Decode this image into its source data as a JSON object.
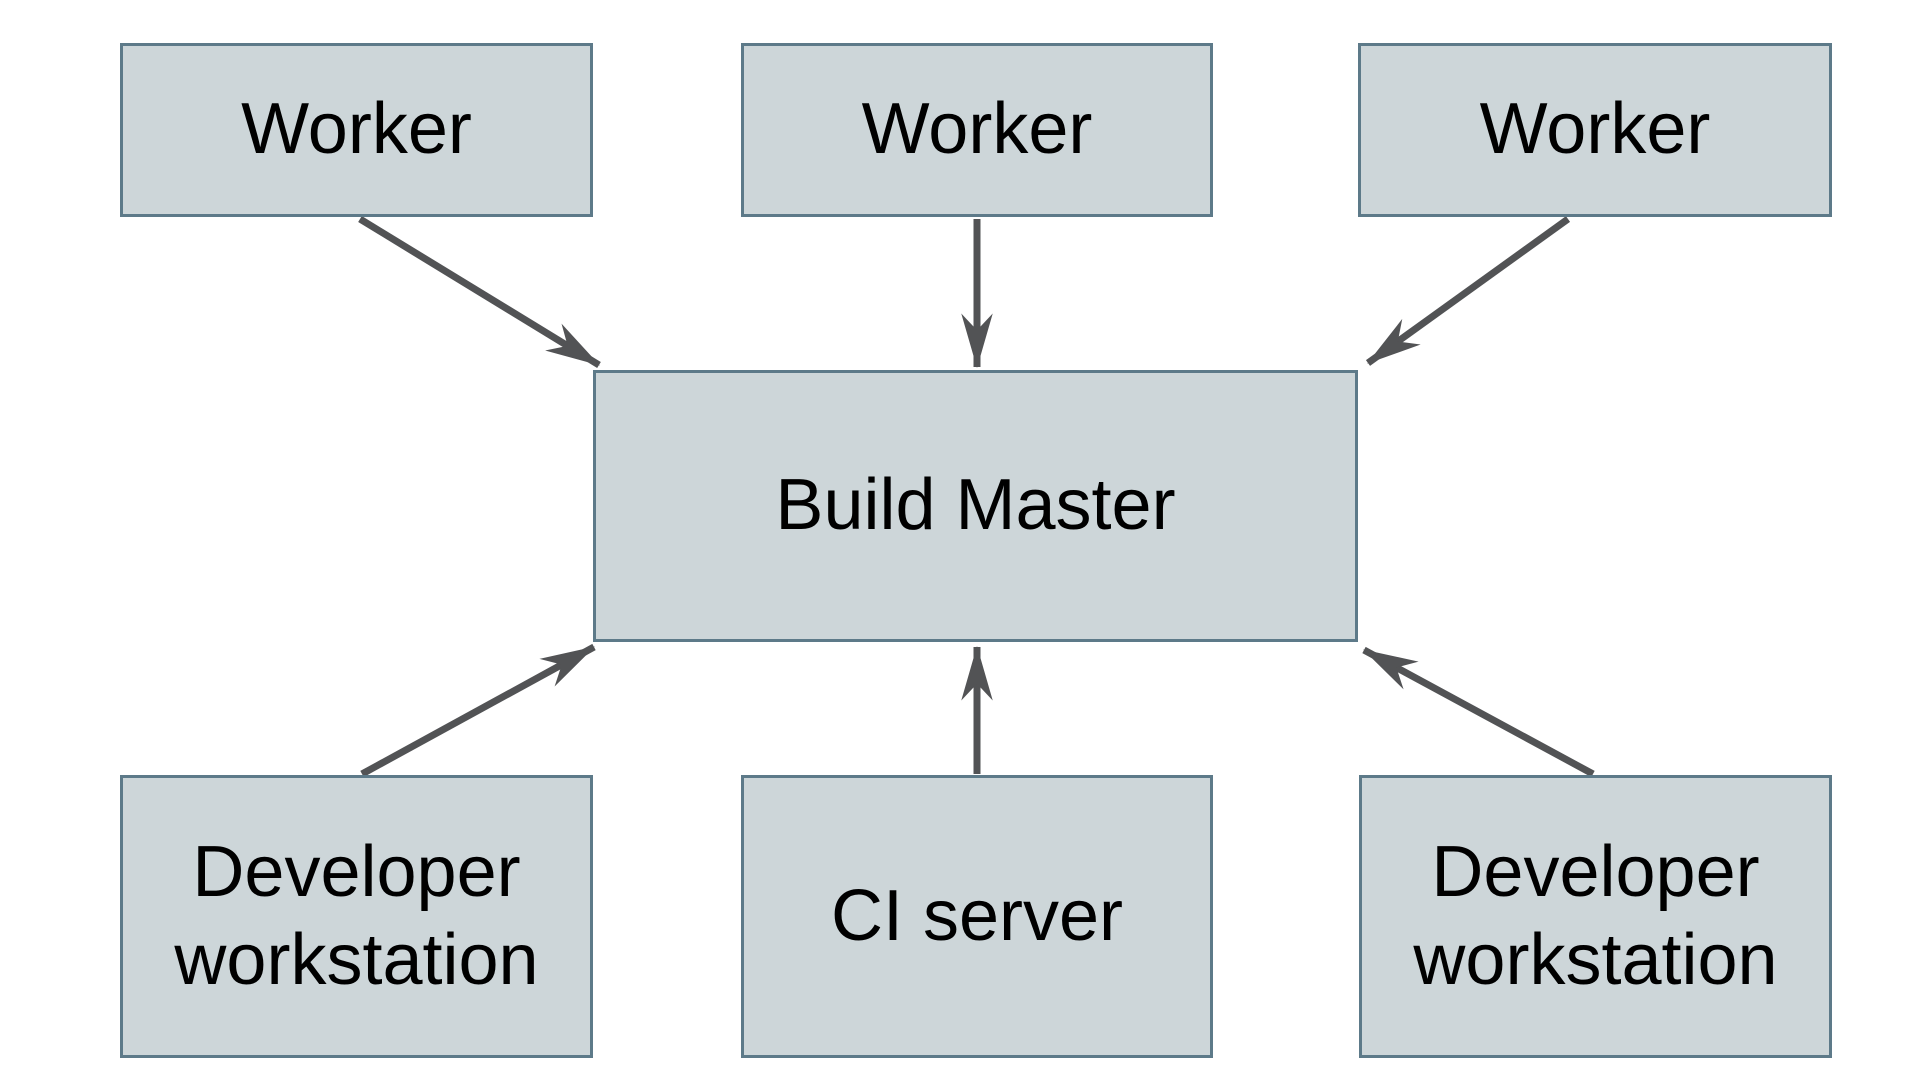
{
  "diagram": {
    "background_color": "#ffffff",
    "node_fill_color": "#cdd6d9",
    "node_border_color": "#5d7a89",
    "arrow_color": "#525355",
    "text_color": "#000000",
    "nodes": {
      "worker_top_left": {
        "label": "Worker"
      },
      "worker_top_middle": {
        "label": "Worker"
      },
      "worker_top_right": {
        "label": "Worker"
      },
      "build_master": {
        "label": "Build Master"
      },
      "developer_workstation_left": {
        "label": "Developer workstation"
      },
      "ci_server": {
        "label": "CI server"
      },
      "developer_workstation_right": {
        "label": "Developer workstation"
      }
    },
    "edges": [
      {
        "from": "worker_top_left",
        "to": "build_master"
      },
      {
        "from": "worker_top_middle",
        "to": "build_master"
      },
      {
        "from": "worker_top_right",
        "to": "build_master"
      },
      {
        "from": "developer_workstation_left",
        "to": "build_master"
      },
      {
        "from": "ci_server",
        "to": "build_master"
      },
      {
        "from": "developer_workstation_right",
        "to": "build_master"
      }
    ]
  }
}
